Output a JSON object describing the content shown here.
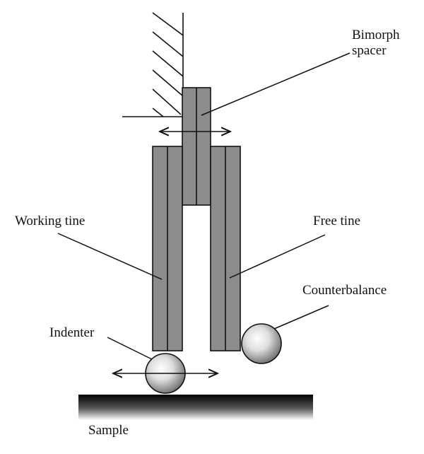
{
  "labels": {
    "bimorph_line1": "Bimorph",
    "bimorph_line2": "spacer",
    "working_tine": "Working tine",
    "free_tine": "Free tine",
    "counterbalance": "Counterbalance",
    "indenter": "Indenter",
    "sample": "Sample"
  },
  "colors": {
    "tine_fill": "#8c8c8c",
    "line": "#111111",
    "background": "#ffffff"
  }
}
